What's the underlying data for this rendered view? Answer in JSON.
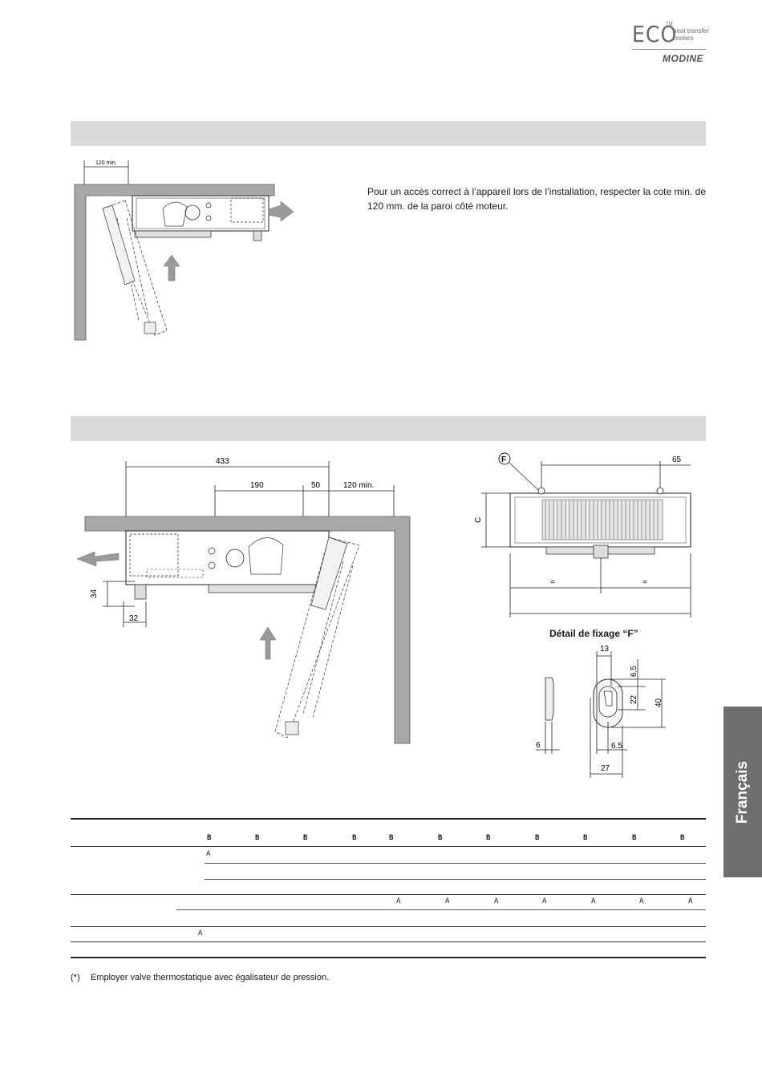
{
  "header": {
    "logo_eco": "ECO",
    "logo_tm": "TM",
    "logo_line1": "heat transfer",
    "logo_line2": "coolers",
    "logo_brand": "MODINE"
  },
  "section1": {
    "dim_clearance": "120 min.",
    "text": "Pour un accès correct à l’appareil lors de l’installation, respecter la cote min. de 120 mm. de la paroi côté moteur."
  },
  "section2": {
    "dims": {
      "overall": "433",
      "d190": "190",
      "d50": "50",
      "clearance": "120 min.",
      "d34": "34",
      "d32": "32",
      "c_label": "C",
      "d65": "65",
      "f_label": "F",
      "eq1": "=",
      "eq2": "="
    },
    "detail_title": "Détail de fixage “F”",
    "detail_dims": {
      "d13": "13",
      "d6_5_top": "6,5",
      "d22": "22",
      "d40": "40",
      "d6": "6",
      "d6_5_bottom": "6.5",
      "d27": "27"
    }
  },
  "table": {
    "header_cells": [
      "B",
      "B",
      "B",
      "B",
      "B",
      "B",
      "B",
      "B",
      "B",
      "B",
      "B"
    ],
    "row1_cell": "A",
    "row2_cells": [
      "A",
      "A",
      "A",
      "A",
      "A",
      "A",
      "A"
    ],
    "row3_cell": "A"
  },
  "sidebar": {
    "language": "Français"
  },
  "footnote": {
    "mark": "(*)",
    "text": "Employer valve thermostatique avec égalisateur de pression."
  }
}
